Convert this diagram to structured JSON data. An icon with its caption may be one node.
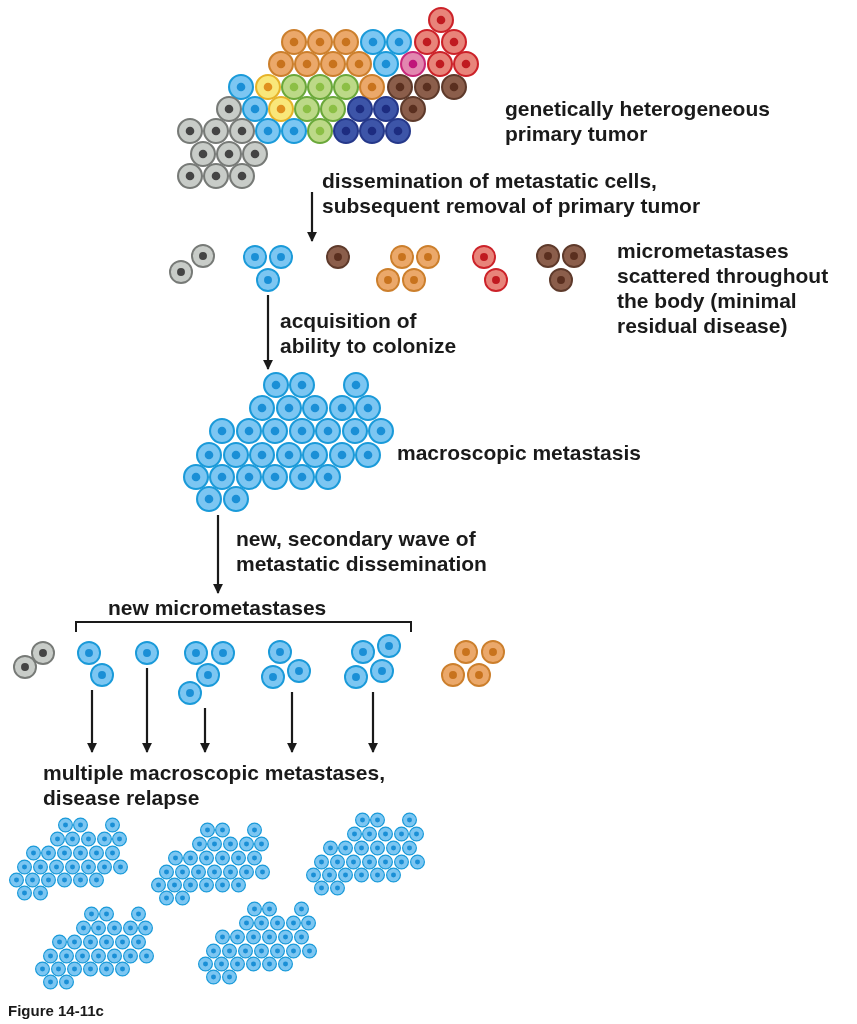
{
  "diagram": {
    "caption": "Figure 14-11c",
    "nodes": [
      {
        "text": [],
        "shape": "picture",
        "beside": [
          "genetically heterogeneous primary tumor"
        ]
      },
      {
        "text": [],
        "shape": "picture",
        "beside": [
          "micrometastases scattered throughout the body (minimal residual disease)"
        ]
      },
      {
        "text": [],
        "shape": "picture",
        "beside": [
          "macroscopic metastasis"
        ]
      },
      {
        "text": [
          "new micrometastases"
        ]
      },
      {
        "text": [],
        "shape": "picture"
      },
      {
        "text": [],
        "shape": "picture"
      },
      {
        "text": [],
        "shape": "picture"
      },
      {
        "text": [],
        "shape": "picture"
      },
      {
        "text": [],
        "shape": "picture"
      },
      {
        "text": [],
        "shape": "picture"
      },
      {
        "text": [],
        "shape": "picture"
      },
      {
        "text": [],
        "shape": "picture",
        "beside": [
          "multiple macroscopic metastases, disease relapse"
        ]
      }
    ],
    "edges": [
      {
        "from": 0,
        "to": 1,
        "arrow": "to",
        "label": "dissemination of metastatic cells, subsequent removal of primary tumor"
      },
      {
        "from": 1,
        "to": 2,
        "arrow": "to",
        "label": "acquisition of ability to colonize"
      },
      {
        "from": 2,
        "to": 3,
        "arrow": "to",
        "label": "new, secondary wave of metastatic dissemination"
      },
      {
        "from": 5,
        "to": 11,
        "arrow": "to"
      },
      {
        "from": 6,
        "to": 11,
        "arrow": "to"
      },
      {
        "from": 7,
        "to": 11,
        "arrow": "to"
      },
      {
        "from": 8,
        "to": 11,
        "arrow": "to"
      },
      {
        "from": 9,
        "to": 11,
        "arrow": "to"
      }
    ]
  }
}
